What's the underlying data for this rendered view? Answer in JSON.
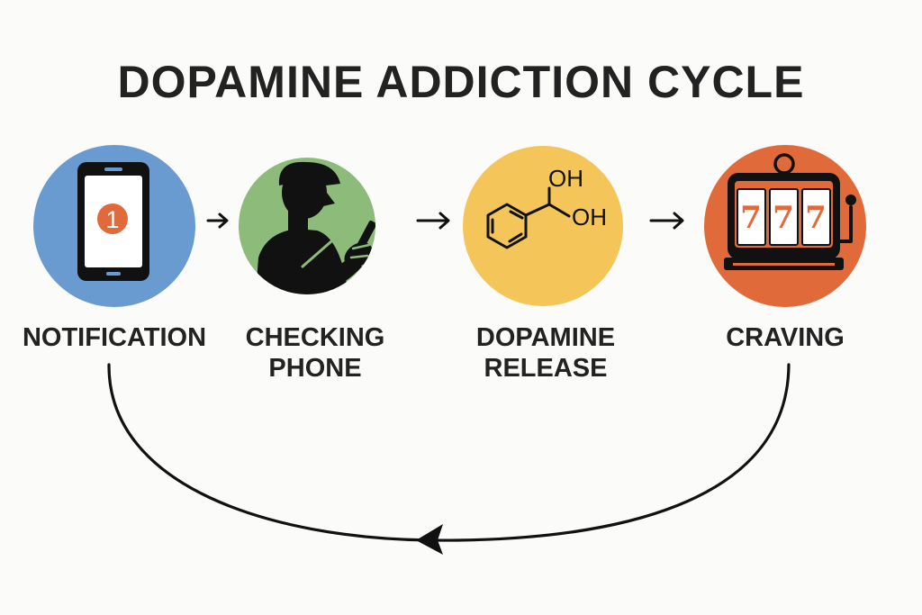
{
  "title": "DOPAMINE ADDICTION CYCLE",
  "colors": {
    "notification": "#6a9bd0",
    "checking": "#8dbb7a",
    "dopamine": "#f4c65a",
    "craving": "#e06a3a",
    "accent_orange": "#e06a3a",
    "stroke": "#111111"
  },
  "steps": [
    {
      "lines": [
        "NOTIFICATION"
      ],
      "icon": "phone-notification-icon",
      "badge": "1"
    },
    {
      "lines": [
        "CHECKING",
        "PHONE"
      ],
      "icon": "person-checking-phone-icon"
    },
    {
      "lines": [
        "DOPAMINE",
        "RELEASE"
      ],
      "icon": "molecule-icon",
      "oh1": "OH",
      "oh2": "OH"
    },
    {
      "lines": [
        "CRAVING"
      ],
      "icon": "slot-machine-icon",
      "reels": [
        "7",
        "7",
        "7"
      ]
    }
  ]
}
